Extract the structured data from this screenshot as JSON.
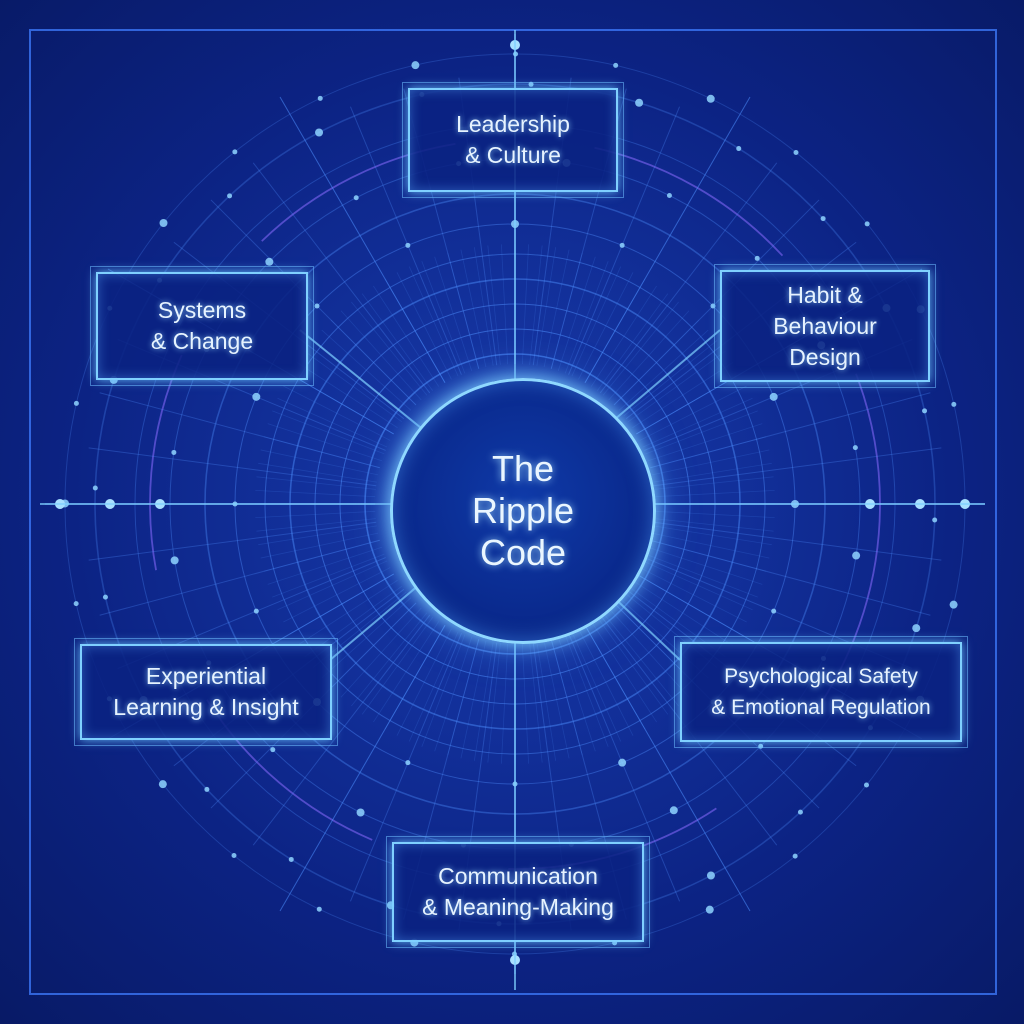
{
  "hub": {
    "title": "The\nRipple\nCode"
  },
  "nodes": {
    "leadership": "Leadership\n& Culture",
    "habit": "Habit &\nBehaviour\nDesign",
    "psych_safety": "Psychological Safety\n& Emotional Regulation",
    "communication": "Communication\n& Meaning-Making",
    "experiential": "Experiential\nLearning & Insight",
    "systems": "Systems\n& Change"
  },
  "colors": {
    "background": "#0c2384",
    "line": "#4f8fff",
    "glow": "#7fd0ff",
    "accent_purple": "#8a6cff",
    "text": "#e6f3ff"
  }
}
